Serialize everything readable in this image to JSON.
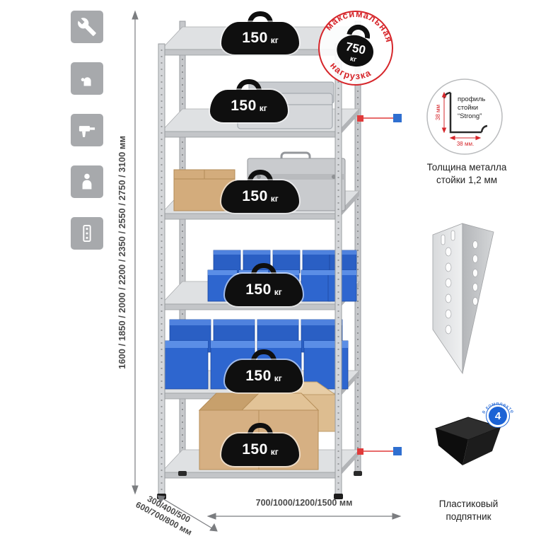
{
  "colors": {
    "accent_red": "#d6262b",
    "accent_blue": "#1c63d5",
    "bin_blue": "#2e66cf",
    "metal_gray": "#d4d6d9",
    "cardboard": "#d6b083",
    "icon_box_gray": "#a7a9ac"
  },
  "sidebar": {
    "icons": [
      "wrench",
      "gloves",
      "drill",
      "person",
      "level"
    ]
  },
  "rack": {
    "badges": [
      {
        "value": "150",
        "unit": "кг"
      },
      {
        "value": "150",
        "unit": "кг"
      },
      {
        "value": "150",
        "unit": "кг"
      },
      {
        "value": "150",
        "unit": "кг"
      },
      {
        "value": "150",
        "unit": "кг"
      },
      {
        "value": "150",
        "unit": "кг"
      }
    ]
  },
  "stamp": {
    "arc_top": "максимальная",
    "arc_bottom": "нагрузка",
    "value": "750",
    "unit": "кг"
  },
  "dimensions": {
    "height": "1600 / 1850 / 2000 / 2200 / 2350 / 2550 / 2750 / 3100 мм",
    "depth_line1": "300/400/500",
    "depth_line2": "600/700/800 мм",
    "width": "700/1000/1200/1500 мм"
  },
  "profile": {
    "line1": "профиль",
    "line2": "стойки",
    "line3": "“Strong”",
    "dim_v": "38 мм",
    "dim_h": "38 мм.",
    "caption1": "Толщина металла",
    "caption2": "стойки 1,2 мм"
  },
  "foot": {
    "badge": "4",
    "arc": "в комплекте",
    "caption1": "Пластиковый",
    "caption2": "подпятник"
  }
}
